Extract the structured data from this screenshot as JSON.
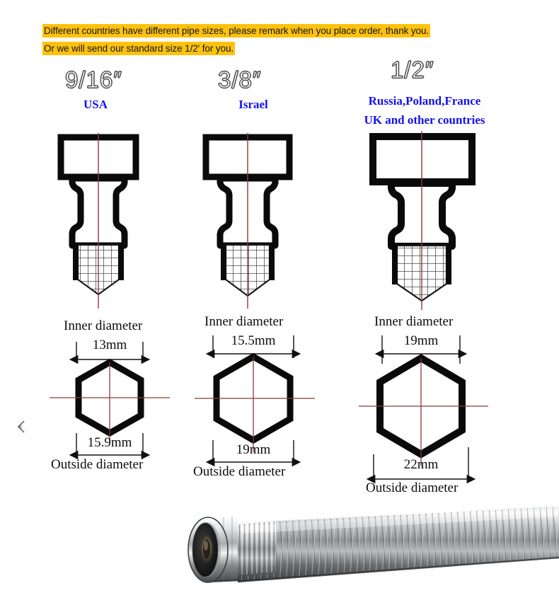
{
  "notice": {
    "line1": "Different countries have different pipe sizes, please remark when you place order, thank you.",
    "line2": "Or we will send our standard size 1/2' for you.",
    "highlight_color": "#fdc20d",
    "text_color": "#161616"
  },
  "columns": [
    {
      "size": "9/16″",
      "countries": [
        "USA"
      ],
      "inner_label": "Inner diameter",
      "inner_value": "13mm",
      "outer_value": "15.9mm",
      "outer_label": "Outside diameter"
    },
    {
      "size": "3/8″",
      "countries": [
        "Israel"
      ],
      "inner_label": "Inner diameter",
      "inner_value": "15.5mm",
      "outer_value": "19mm",
      "outer_label": "Outside diameter"
    },
    {
      "size": "1/2″",
      "countries": [
        "Russia,Poland,France",
        "UK and other countries"
      ],
      "inner_label": "Inner diameter",
      "inner_value": "19mm",
      "outer_value": "22mm",
      "outer_label": "Outside diameter"
    }
  ],
  "colors": {
    "country_text": "#1411ee",
    "outline": "#0a0a0a",
    "centerline": "#8a3a3a",
    "size_text_stroke": "#4a4a4a",
    "background": "#ffffff"
  },
  "photo": {
    "alt": "braided stainless steel flexible hose with chrome hex nut"
  }
}
